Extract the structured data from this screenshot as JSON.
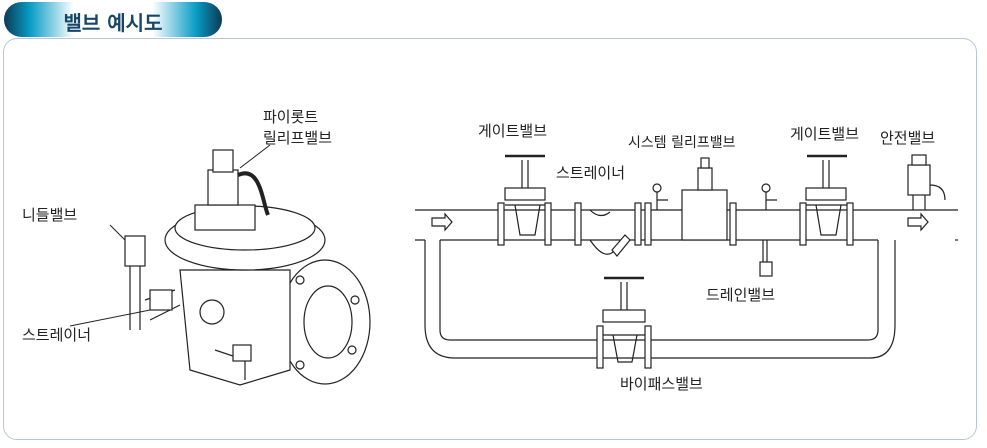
{
  "header": {
    "title": "밸브 예시도"
  },
  "left_diagram": {
    "pilot_label_line1": "파이롯트",
    "pilot_label_line2": "릴리프밸브",
    "needle_label": "니들밸브",
    "strainer_label": "스트레이너"
  },
  "right_diagram": {
    "gate_valve_1": "게이트밸브",
    "strainer": "스트레이너",
    "system_relief": "시스템 릴리프밸브",
    "gate_valve_2": "게이트밸브",
    "safety_valve": "안전밸브",
    "drain_valve": "드레인밸브",
    "bypass_valve": "바이패스밸브"
  },
  "colors": {
    "accent": "#0a9cc6",
    "title": "#174766",
    "border": "#b7c7d6"
  }
}
